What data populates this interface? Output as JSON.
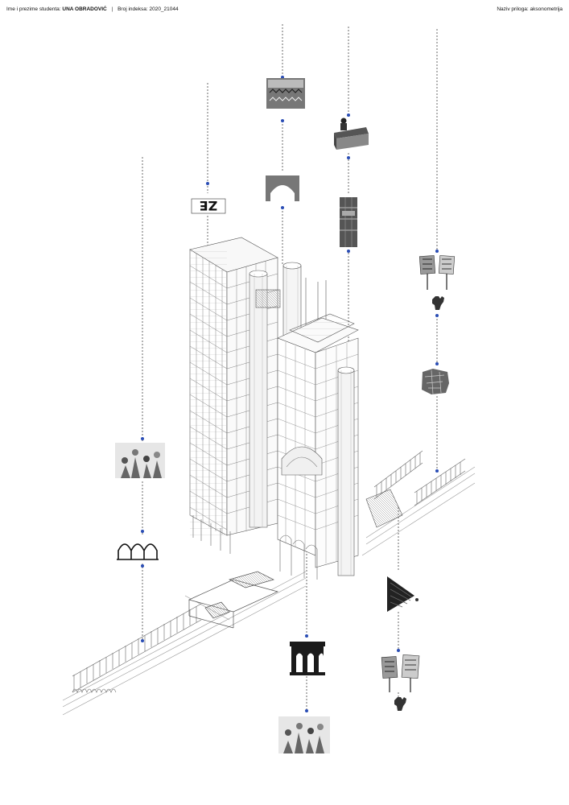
{
  "header": {
    "student_label": "Ime i prezime studenta:",
    "student_name": "UNA OBRADOVIĆ",
    "separator": "|",
    "index_label": "Broj indeksa:",
    "index_value": "2020_21044",
    "sheet_label": "Naziv priloga:",
    "sheet_value": "aksonometrija"
  },
  "diagram": {
    "sign_text": "ZE",
    "icons": [
      "crowd-photo-icon",
      "speaker-desk-icon",
      "arch-icon",
      "ze-sign-icon",
      "facade-panel-icon",
      "protest-placards-icon",
      "raised-fist-icon",
      "map-fragment-icon",
      "renaissance-painting-icon",
      "triple-arch-icon",
      "stair-triangle-icon",
      "aqueduct-icon"
    ]
  }
}
